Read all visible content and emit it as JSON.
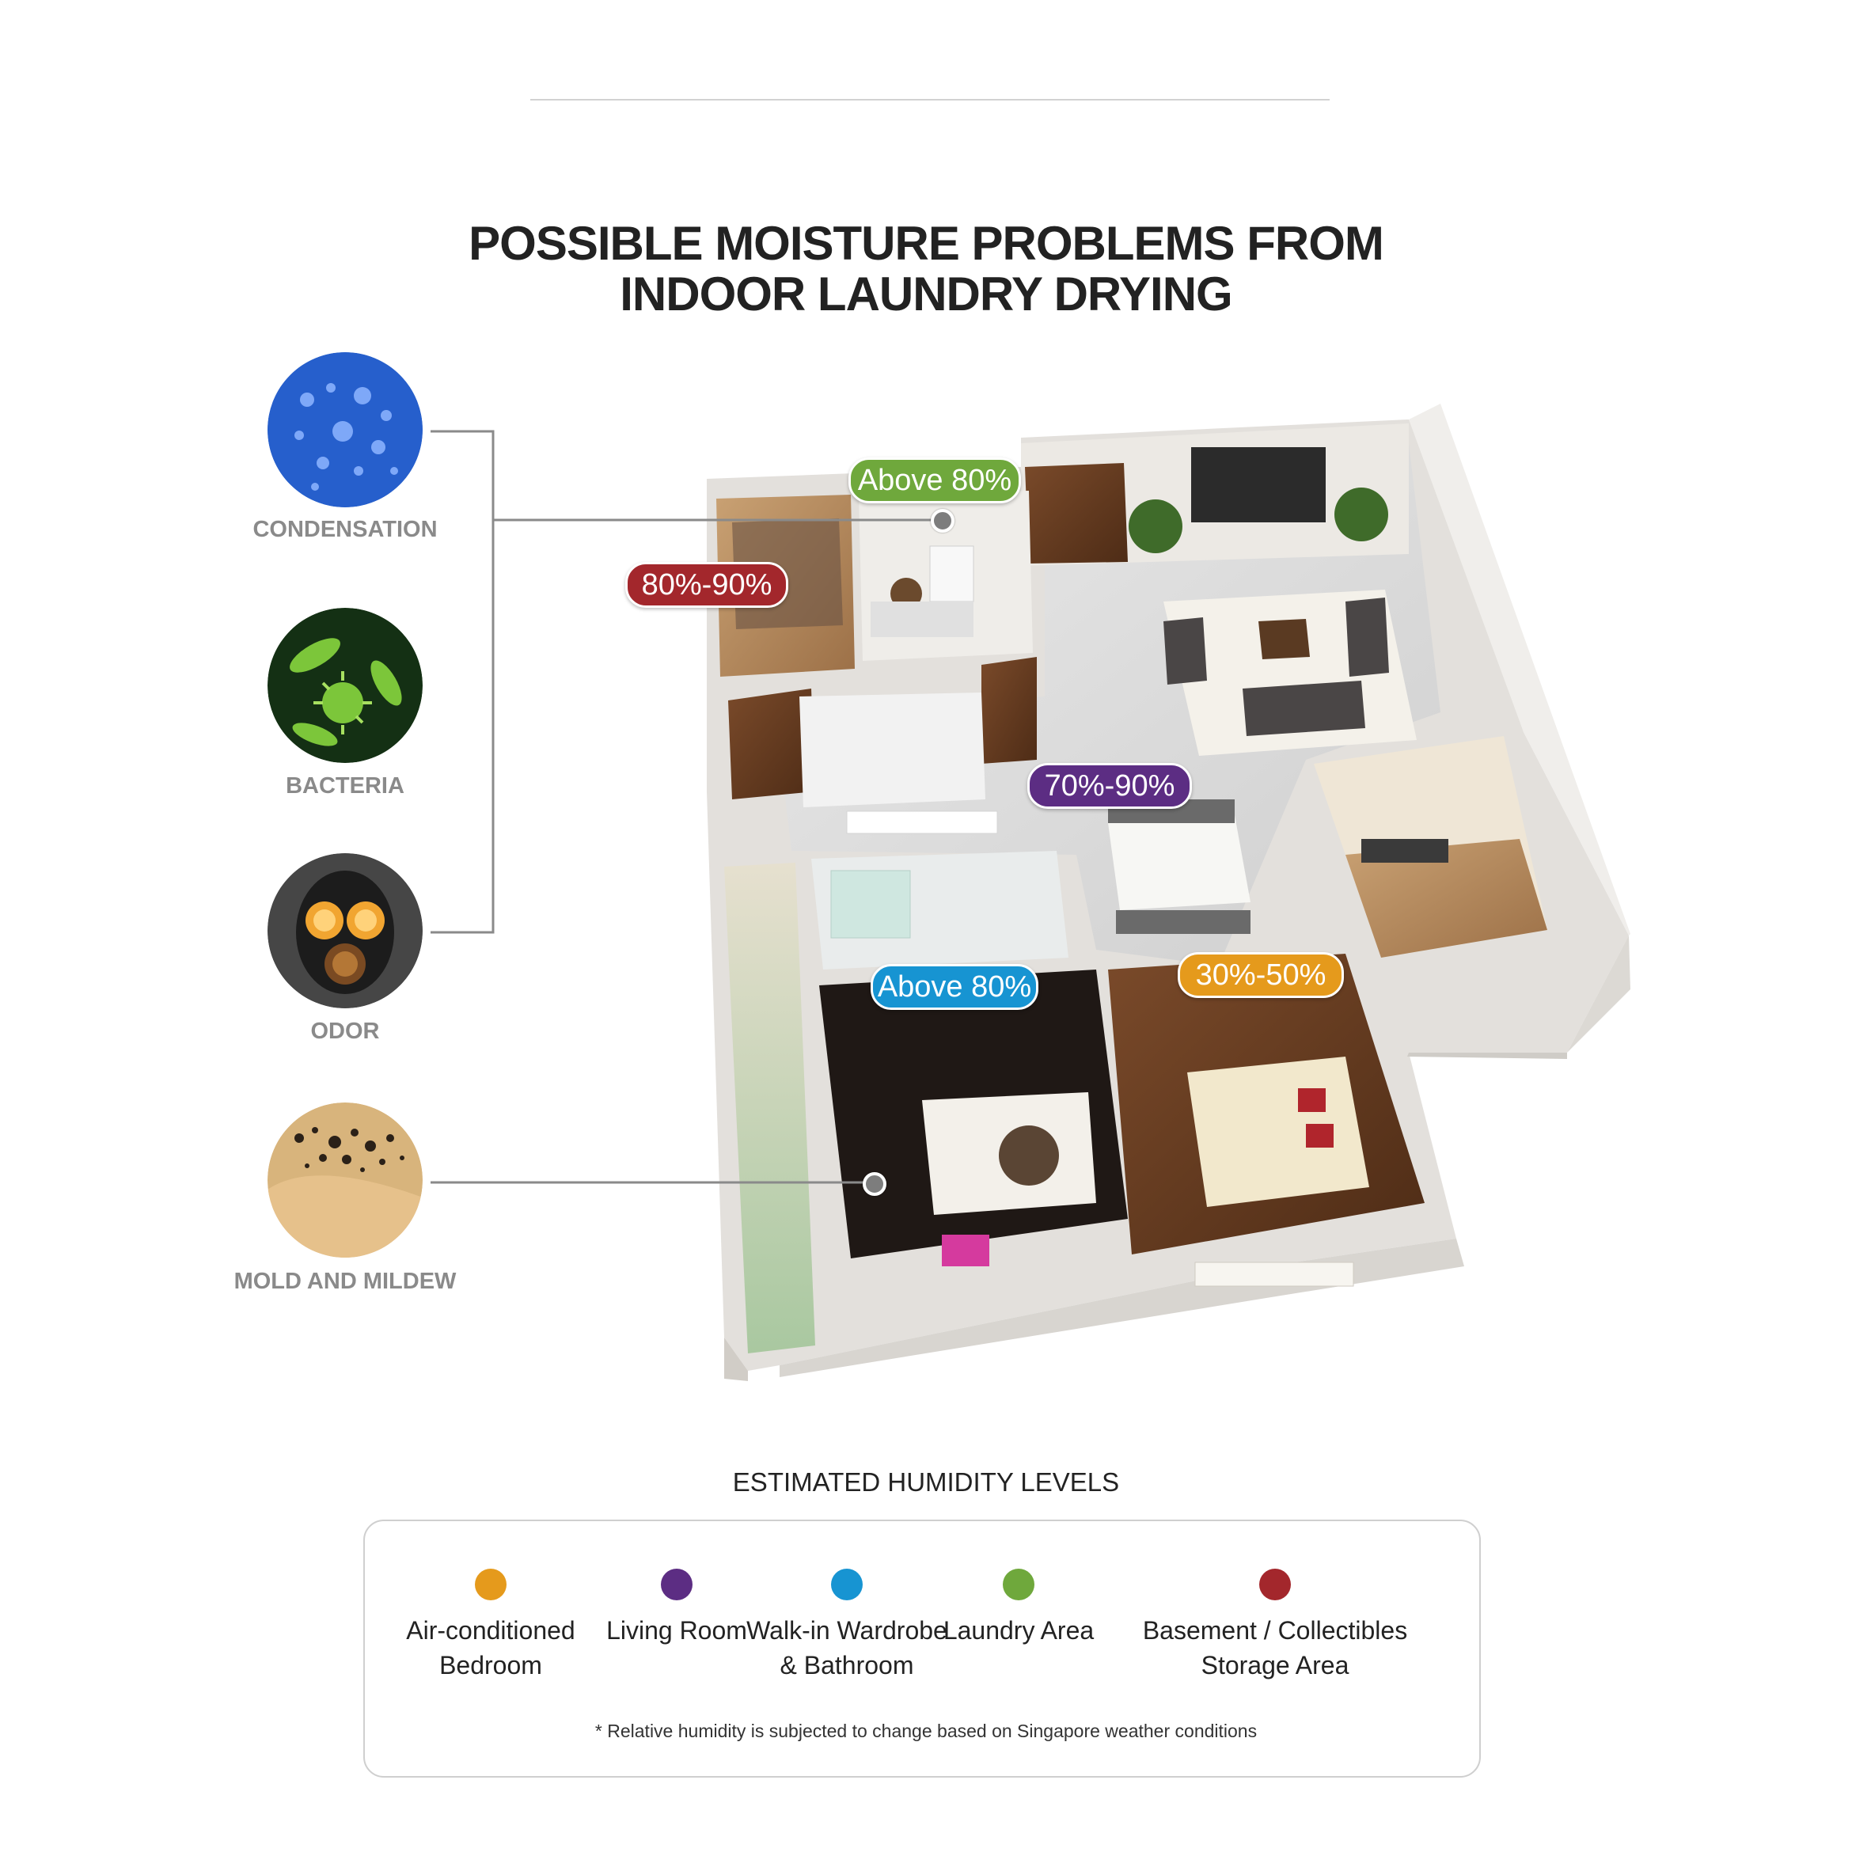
{
  "title": {
    "line1": "POSSIBLE MOISTURE PROBLEMS FROM",
    "line2": "INDOOR LAUNDRY DRYING"
  },
  "problems": [
    {
      "label": "CONDENSATION",
      "icon": "water-droplets-icon"
    },
    {
      "label": "BACTERIA",
      "icon": "bacteria-icon"
    },
    {
      "label": "ODOR",
      "icon": "gas-mask-icon"
    },
    {
      "label": "MOLD AND MILDEW",
      "icon": "mold-icon"
    }
  ],
  "badges": {
    "laundry": {
      "text": "Above 80%",
      "color": "#6fa83c"
    },
    "storage": {
      "text": "80%-90%",
      "color": "#a3272c"
    },
    "living": {
      "text": "70%-90%",
      "color": "#5c2d83"
    },
    "wardrobe": {
      "text": "Above 80%",
      "color": "#1794d2"
    },
    "bedroom": {
      "text": "30%-50%",
      "color": "#e59a1c"
    }
  },
  "legend": {
    "title": "ESTIMATED HUMIDITY LEVELS",
    "items": [
      {
        "label": "Air-conditioned\nBedroom",
        "color": "#e59a1c"
      },
      {
        "label": "Living Room",
        "color": "#5c2d83"
      },
      {
        "label": "Walk-in Wardrobe\n& Bathroom",
        "color": "#1794d2"
      },
      {
        "label": "Laundry Area",
        "color": "#6fa83c"
      },
      {
        "label": "Basement / Collectibles\nStorage Area",
        "color": "#a3272c"
      }
    ],
    "footnote": "* Relative humidity is subjected to change based on Singapore weather conditions"
  }
}
